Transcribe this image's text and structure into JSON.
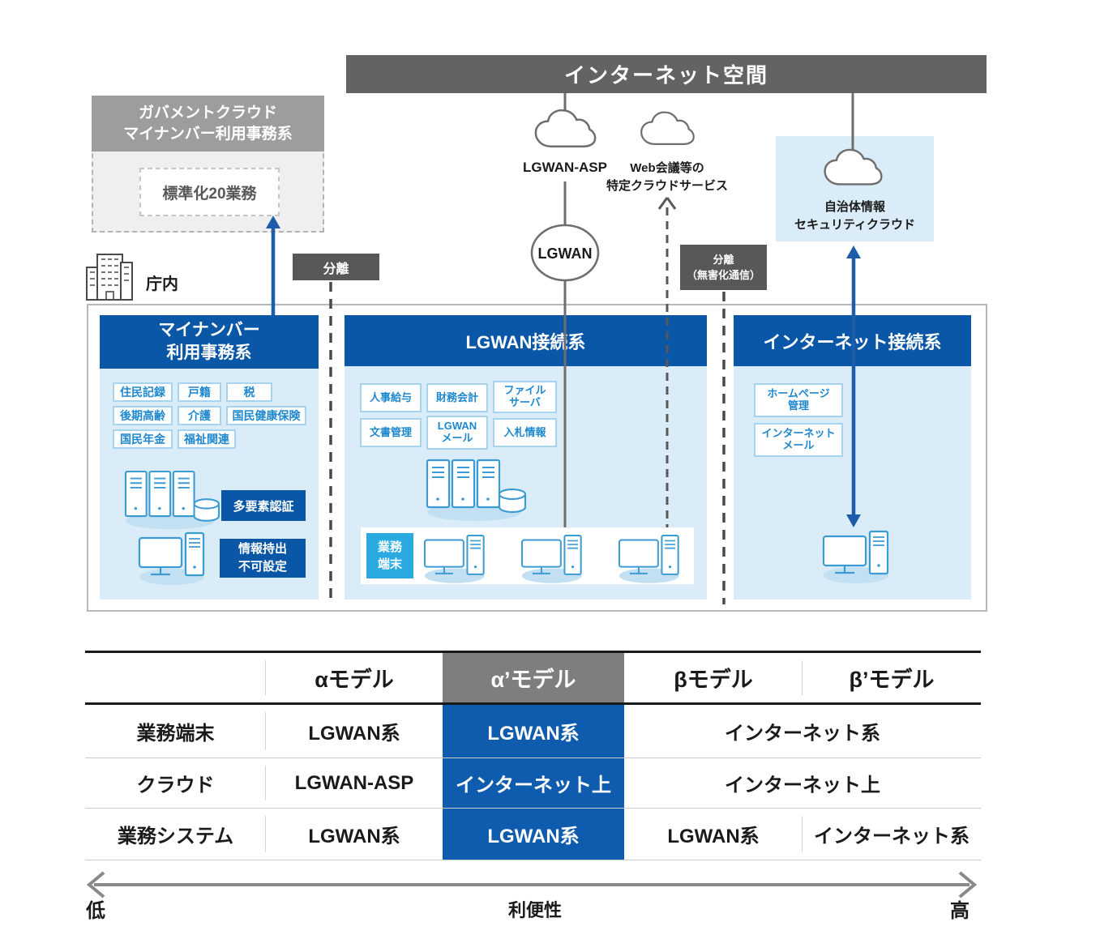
{
  "internet_banner": "インターネット空間",
  "gov_cloud": {
    "title": "ガバメントクラウド\nマイナンバー利用事務系",
    "chip": "標準化20業務"
  },
  "premise_label": "庁内",
  "separators": {
    "left": "分離",
    "right": "分離\n（無害化通信）"
  },
  "clouds": {
    "lgwan_asp": "LGWAN-ASP",
    "web": "Web会議等の\n特定クラウドサービス",
    "security": "自治体情報\nセキュリティクラウド"
  },
  "lgwan_node": "LGWAN",
  "columns": {
    "mynumber": {
      "title": "マイナンバー\n利用事務系",
      "chips": [
        "住民記録",
        "戸籍",
        "税",
        "後期高齢",
        "介護",
        "国民健康保険",
        "国民年金",
        "福祉関連"
      ],
      "badge_mfa": "多要素認証",
      "badge_export": "情報持出\n不可設定"
    },
    "lgwan": {
      "title": "LGWAN接続系",
      "chips": [
        "人事給与",
        "財務会計",
        "ファイル\nサーバ",
        "文書管理",
        "LGWAN\nメール",
        "入札情報"
      ],
      "terminal": "業務\n端末"
    },
    "internet": {
      "title": "インターネット接続系",
      "chips": [
        "ホームページ\n管理",
        "インターネット\nメール"
      ]
    }
  },
  "table": {
    "headers": {
      "alpha": "αモデル",
      "alpha_prime": "α’モデル",
      "beta": "βモデル",
      "beta_prime": "β’モデル"
    },
    "rows": [
      {
        "label": "業務端末",
        "alpha": "LGWAN系",
        "alpha_prime": "LGWAN系",
        "beta_merged": "インターネット系"
      },
      {
        "label": "クラウド",
        "alpha": "LGWAN-ASP",
        "alpha_prime": "インターネット上",
        "beta_merged": "インターネット上"
      },
      {
        "label": "業務システム",
        "alpha": "LGWAN系",
        "alpha_prime": "LGWAN系",
        "beta": "LGWAN系",
        "beta_prime": "インターネット系"
      }
    ]
  },
  "axis": {
    "low": "低",
    "center": "利便性",
    "high": "高"
  },
  "colors": {
    "banner_gray": "#646262",
    "label_gray": "#595757",
    "header_blue": "#0b57a7",
    "body_lightblue": "#d9ecf8",
    "chip_text_blue": "#1e88cf",
    "terminal_cyan": "#29abe2",
    "table_blue": "#0f5caf",
    "table_header_gray": "#7f7d7d",
    "arrow_blue": "#1d5ca8",
    "line_gray": "#6e6e6e"
  }
}
